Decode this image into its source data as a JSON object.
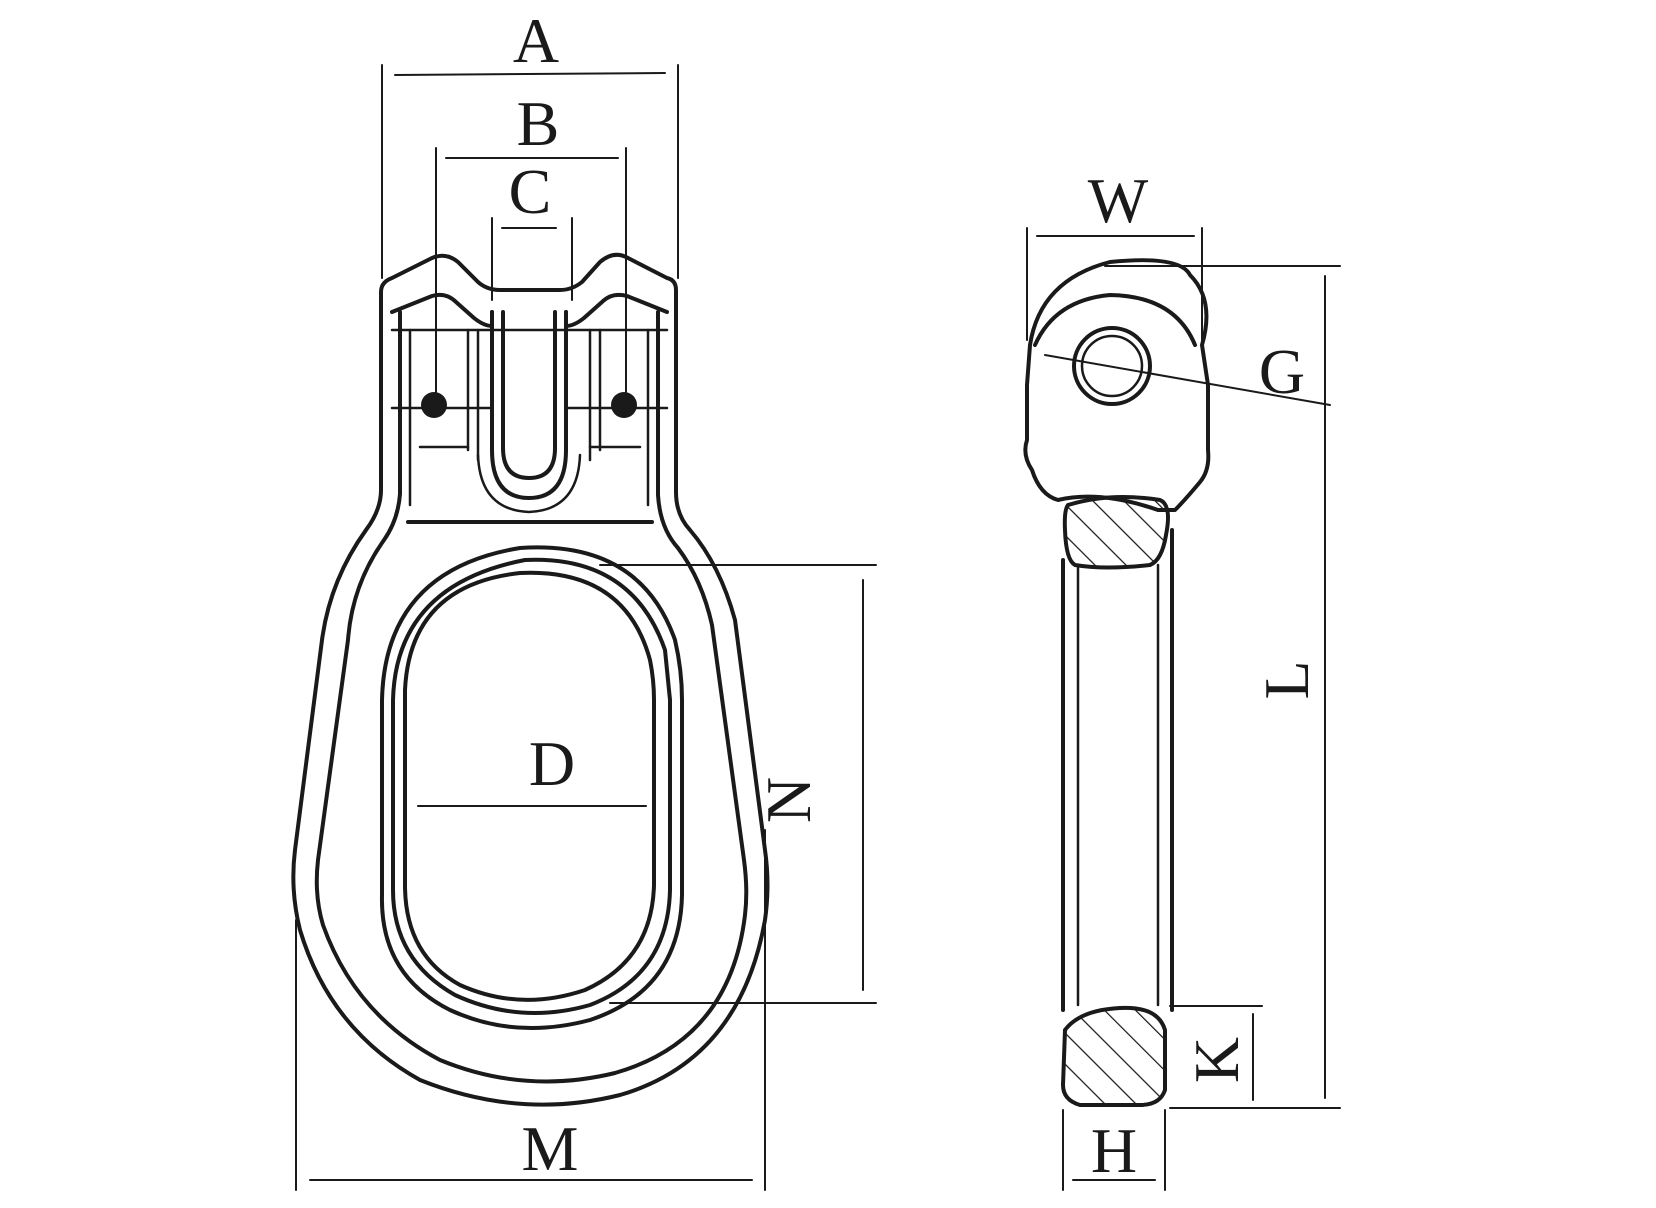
{
  "diagram": {
    "labels": {
      "A": "A",
      "B": "B",
      "C": "C",
      "D": "D",
      "N": "N",
      "M": "M",
      "W": "W",
      "G": "G",
      "L": "L",
      "K": "K",
      "H": "H"
    },
    "line_color": "#1a1a1a",
    "background": "#ffffff"
  }
}
